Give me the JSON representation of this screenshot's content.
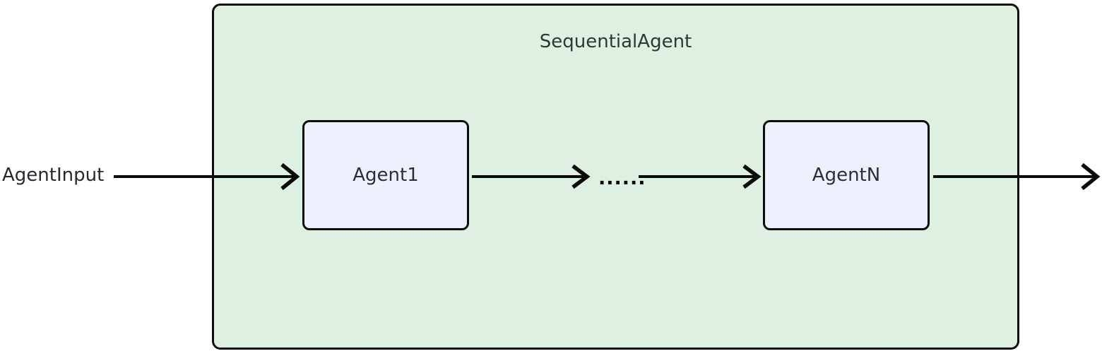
{
  "diagram": {
    "type": "flowchart",
    "container": {
      "label": "SequentialAgent"
    },
    "input_label": "AgentInput",
    "nodes": [
      {
        "id": "agent1",
        "label": "Agent1"
      },
      {
        "id": "agentN",
        "label": "AgentN"
      }
    ],
    "ellipsis_label": "......",
    "edges": [
      {
        "from": "AgentInput",
        "to": "Agent1"
      },
      {
        "from": "Agent1",
        "to": "......"
      },
      {
        "from": "......",
        "to": "AgentN"
      },
      {
        "from": "AgentN",
        "to": "output (right edge)"
      }
    ],
    "colors": {
      "container_fill": "#def0e2",
      "container_border": "#0d0d0d",
      "node_fill": "#edf1fb",
      "node_border": "#0d0d0d",
      "node_text": "#2a2e3b",
      "title_text": "#2f3833",
      "label_text": "#26292e",
      "arrow": "#0b0b0b",
      "background": "#ffffff"
    }
  }
}
